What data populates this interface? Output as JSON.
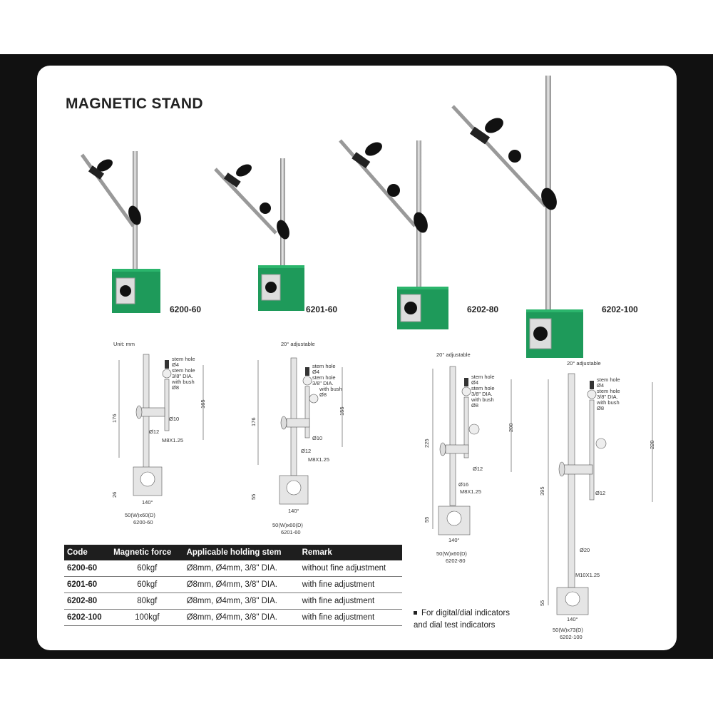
{
  "title": "MAGNETIC STAND",
  "models": [
    "6200-60",
    "6201-60",
    "6202-80",
    "6202-100"
  ],
  "drawing": {
    "unit_label": "Unit: mm",
    "adjustable": "20° adjustable",
    "stem_hole_1": "stem hole",
    "stem_hole_1_dia": "Ø4",
    "stem_hole_2": "stem hole",
    "stem_hole_2_dia": "3/8\" DIA.",
    "with_bush": "with bush",
    "with_bush_dia": "Ø8",
    "angle": "140°",
    "thread_small": "M8X1.25",
    "thread_large": "M10X1.25",
    "d10": "Ø10",
    "d12": "Ø12",
    "d16": "Ø16",
    "d20": "Ø20",
    "base_small": "50(W)x60(D)",
    "base_large": "50(W)x73(D)",
    "dims": {
      "d1": [
        "176",
        "165",
        "26"
      ],
      "d2": [
        "176",
        "155",
        "55"
      ],
      "d3": [
        "225",
        "200",
        "55"
      ],
      "d4": [
        "395",
        "220",
        "55"
      ]
    }
  },
  "table": {
    "headers": [
      "Code",
      "Magnetic force",
      "Applicable holding stem",
      "Remark"
    ],
    "rows": [
      {
        "code": "6200-60",
        "force": "60kgf",
        "stem": "Ø8mm, Ø4mm, 3/8\" DIA.",
        "remark": "without fine adjustment"
      },
      {
        "code": "6201-60",
        "force": "60kgf",
        "stem": "Ø8mm, Ø4mm, 3/8\" DIA.",
        "remark": "with fine adjustment"
      },
      {
        "code": "6202-80",
        "force": "80kgf",
        "stem": "Ø8mm, Ø4mm, 3/8\" DIA.",
        "remark": "with fine adjustment"
      },
      {
        "code": "6202-100",
        "force": "100kgf",
        "stem": "Ø8mm, Ø4mm, 3/8\" DIA.",
        "remark": "with fine adjustment"
      }
    ]
  },
  "note": {
    "line1": "For digital/dial indicators",
    "line2": "and dial test indicators"
  },
  "colors": {
    "base_green": "#1e9a5a",
    "header": "#1e1e1e",
    "background_band": "#111111"
  }
}
